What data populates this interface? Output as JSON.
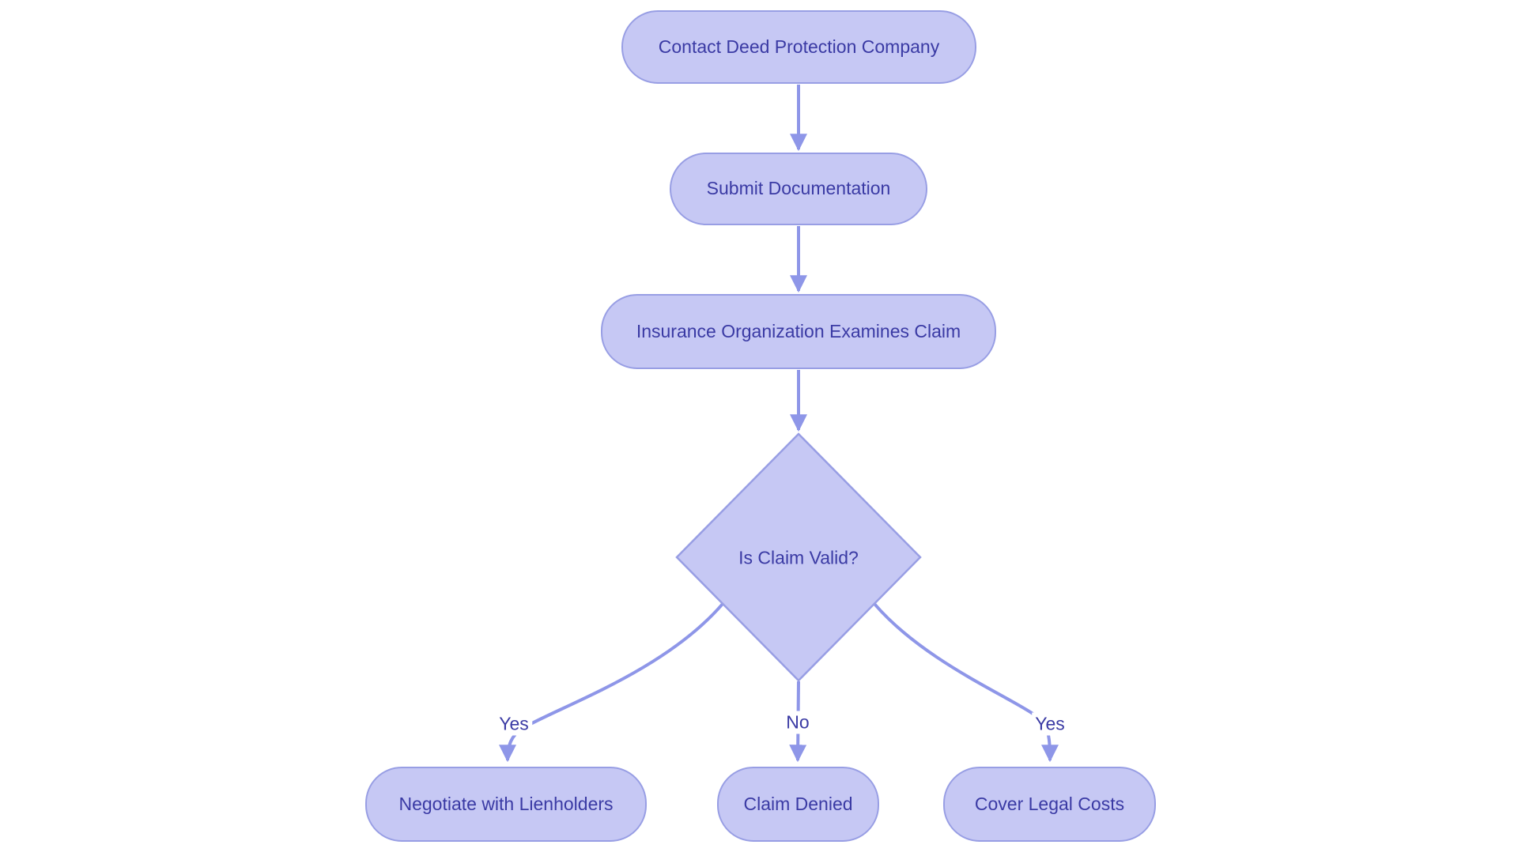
{
  "flowchart": {
    "colors": {
      "node_fill": "#c6c8f4",
      "node_border": "#989ee4",
      "edge": "#8e96e8",
      "node_text": "#3a3aa4",
      "background": "#ffffff"
    },
    "nodes": [
      {
        "id": "contact",
        "type": "process",
        "label": "Contact Deed Protection Company"
      },
      {
        "id": "submit",
        "type": "process",
        "label": "Submit Documentation"
      },
      {
        "id": "examine",
        "type": "process",
        "label": "Insurance Organization Examines Claim"
      },
      {
        "id": "decision",
        "type": "decision",
        "label": "Is Claim Valid?"
      },
      {
        "id": "negotiate",
        "type": "process",
        "label": "Negotiate with Lienholders"
      },
      {
        "id": "denied",
        "type": "process",
        "label": "Claim Denied"
      },
      {
        "id": "cover",
        "type": "process",
        "label": "Cover Legal Costs"
      }
    ],
    "edges": [
      {
        "from": "contact",
        "to": "submit",
        "label": ""
      },
      {
        "from": "submit",
        "to": "examine",
        "label": ""
      },
      {
        "from": "examine",
        "to": "decision",
        "label": ""
      },
      {
        "from": "decision",
        "to": "negotiate",
        "label": "Yes"
      },
      {
        "from": "decision",
        "to": "denied",
        "label": "No"
      },
      {
        "from": "decision",
        "to": "cover",
        "label": "Yes"
      }
    ]
  }
}
